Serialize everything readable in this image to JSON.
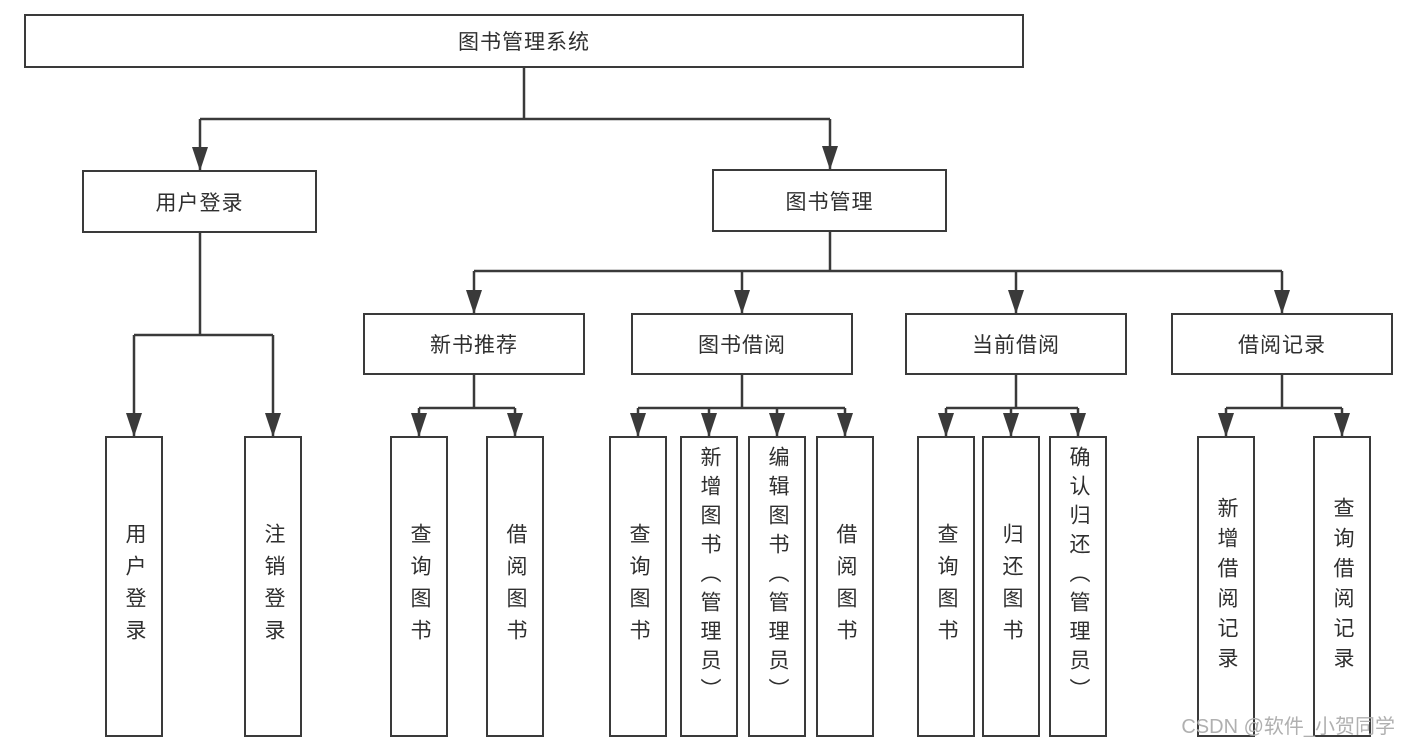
{
  "nodes": {
    "root": "图书管理系统",
    "user_login": "用户登录",
    "book_management": "图书管理",
    "new_book_recommend": "新书推荐",
    "book_borrow": "图书借阅",
    "current_borrow": "当前借阅",
    "borrow_record": "借阅记录",
    "leaf_user_login": "用户登录",
    "leaf_logout": "注销登录",
    "leaf_rec_query_book": "查询图书",
    "leaf_rec_borrow_book": "借阅图书",
    "leaf_bb_query_book": "查询图书",
    "leaf_bb_add_book": "新增图书（管理员）",
    "leaf_bb_edit_book": "编辑图书（管理员）",
    "leaf_bb_borrow_book": "借阅图书",
    "leaf_cb_query_book": "查询图书",
    "leaf_cb_return_book": "归还图书",
    "leaf_cb_confirm_return": "确认归还（管理员）",
    "leaf_br_add_record": "新增借阅记录",
    "leaf_br_query_record": "查询借阅记录"
  },
  "watermark": "CSDN @软件_小贺同学",
  "colors": {
    "line": "#3a3a3a",
    "text": "#2f2f2f",
    "watermark": "#b0b0b0",
    "background": "#ffffff"
  }
}
